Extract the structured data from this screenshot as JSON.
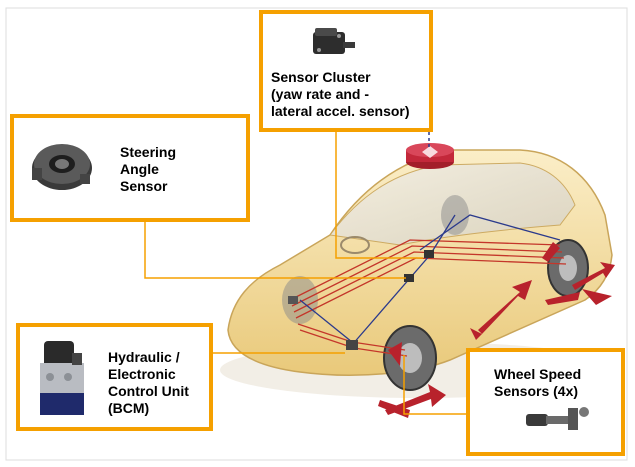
{
  "callouts": {
    "sensor_cluster": {
      "label": "Sensor Cluster\n(yaw rate and -\nlateral accel. sensor)"
    },
    "steering_angle": {
      "label": "Steering\nAngle\nSensor"
    },
    "hcu": {
      "label": "Hydraulic /\nElectronic\nControl Unit\n(BCM)"
    },
    "wheel_speed": {
      "label": "Wheel Speed\nSensors (4x)"
    }
  },
  "colors": {
    "callout_border": "#f5a000",
    "car_body": "#f4dfa4",
    "arrow": "#b8222c",
    "wire_red": "#c4362a",
    "wire_blue": "#2b3a8c"
  },
  "icons": {
    "sensor_cluster": "sensor-module-icon",
    "steering_angle": "steering-angle-sensor-icon",
    "hcu": "hydraulic-control-unit-icon",
    "wheel_speed": "wheel-speed-sensor-icon"
  }
}
